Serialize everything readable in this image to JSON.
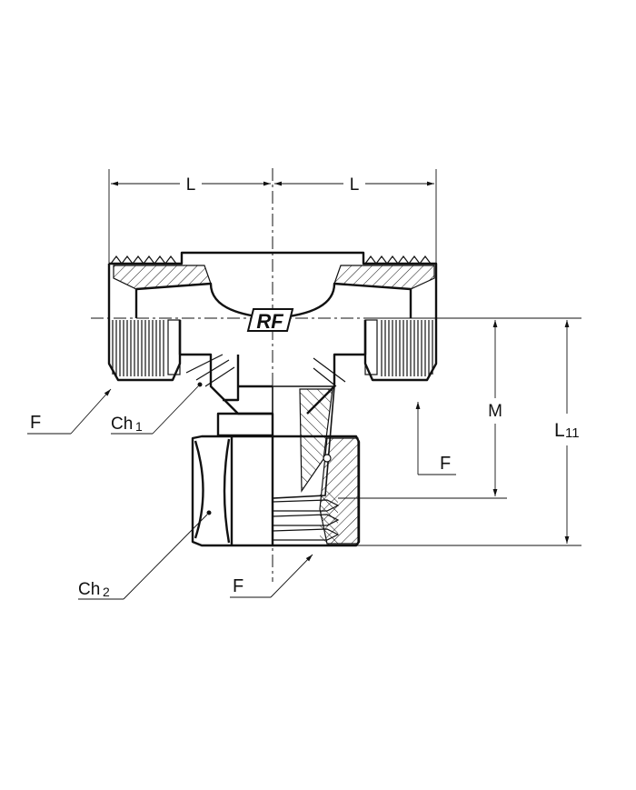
{
  "labels": {
    "length_left": "L",
    "length_right": "L",
    "height_m": "M",
    "height_l11_main": "L",
    "height_l11_sub": "11",
    "wrench_1_main": "Ch",
    "wrench_1_sub": "1",
    "wrench_2_main": "Ch",
    "wrench_2_sub": "2",
    "force_left": "F",
    "force_right": "F",
    "force_bottom": "F"
  },
  "logo": {
    "text": "RF"
  },
  "colors": {
    "line": "#111111",
    "background": "#ffffff"
  }
}
